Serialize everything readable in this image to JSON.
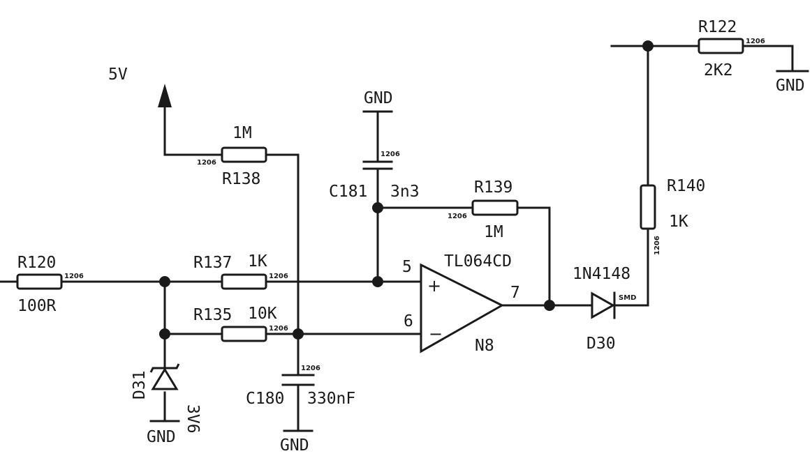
{
  "components": {
    "r120": {
      "ref": "R120",
      "value": "100R",
      "package": "1206"
    },
    "r137": {
      "ref": "R137",
      "value": "1K",
      "package": "1206"
    },
    "r135": {
      "ref": "R135",
      "value": "10K",
      "package": "1206"
    },
    "r138": {
      "ref": "R138",
      "value": "1M",
      "package": "1206"
    },
    "r139": {
      "ref": "R139",
      "value": "1M",
      "package": "1206"
    },
    "r140": {
      "ref": "R140",
      "value": "1K",
      "package": "1206"
    },
    "r122": {
      "ref": "R122",
      "value": "2K2",
      "package": "1206"
    },
    "c181": {
      "ref": "C181",
      "value": "3n3",
      "package": "1206"
    },
    "c180": {
      "ref": "C180",
      "value": "330nF",
      "package": "1206"
    },
    "d31": {
      "ref": "D31",
      "value": "3V6"
    },
    "d30": {
      "ref": "D30",
      "value": "1N4148",
      "package": "SMD"
    },
    "opamp": {
      "ref": "N8",
      "part": "TL064CD",
      "pin_plus": "5",
      "pin_minus": "6",
      "pin_out": "7",
      "plus_sign": "+",
      "minus_sign": "−"
    }
  },
  "nets": {
    "supply": "5V",
    "ground": "GND"
  }
}
